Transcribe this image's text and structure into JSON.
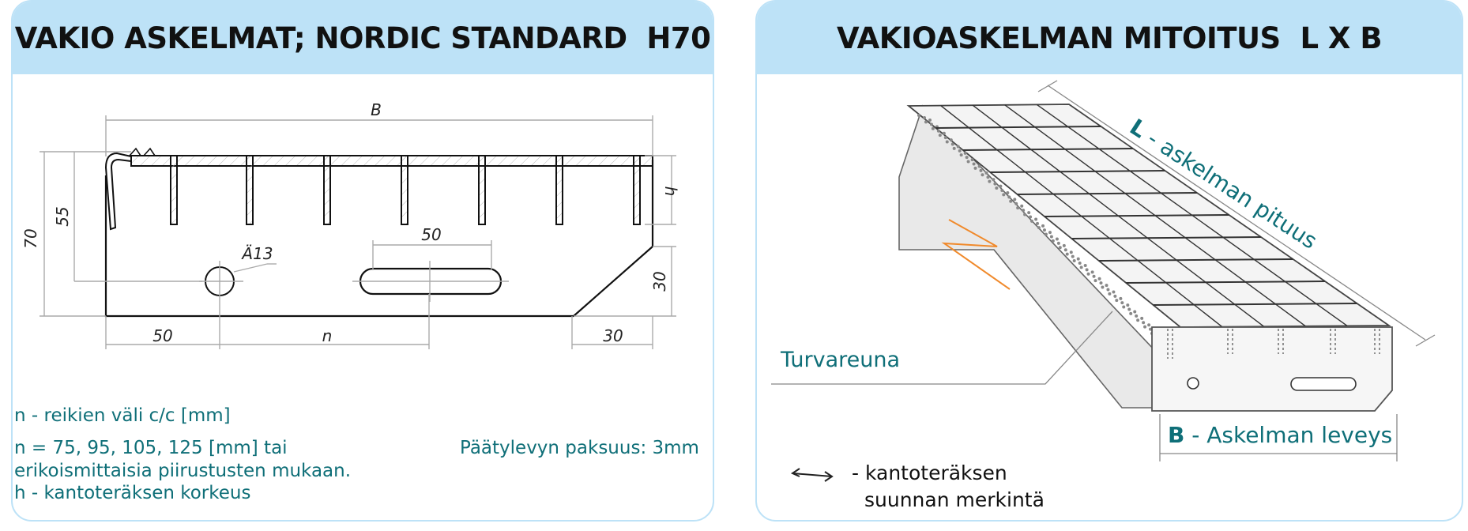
{
  "left_panel": {
    "title": "VAKIO ASKELMAT; NORDIC STANDARD  H70",
    "drawing": {
      "dim_B": "B",
      "dim_70": "70",
      "dim_55": "55",
      "dim_h": "h",
      "dim_30_right": "30",
      "dim_30_bottom": "30",
      "dim_50_left": "50",
      "dim_n": "n",
      "dim_50_slot": "50",
      "hole_label": "Ä13"
    },
    "legend": {
      "n_def": "n - reikien väli c/c [mm]",
      "n_values": "n = 75, 95, 105, 125 [mm] tai",
      "n_custom": "erikoismittaisia piirustusten mukaan.",
      "h_def": "h - kantoteräksen korkeus",
      "plate_thickness": "Päätylevyn paksuus: 3mm"
    }
  },
  "right_panel": {
    "title": "VAKIOASKELMAN MITOITUS  L X B",
    "label_L_letter": "L",
    "label_L_text": " - askelman pituus",
    "label_B_letter": "B",
    "label_B_text": " - Askelman leveys",
    "label_edge": "Turvareuna",
    "direction_line1": "- kantoteräksen",
    "direction_line2": "suunnan merkintä"
  },
  "colors": {
    "header_bg": "#bde2f7",
    "panel_border": "#bde2f7",
    "teal_text": "#0f6f78",
    "arrow_orange": "#f08a2c"
  }
}
